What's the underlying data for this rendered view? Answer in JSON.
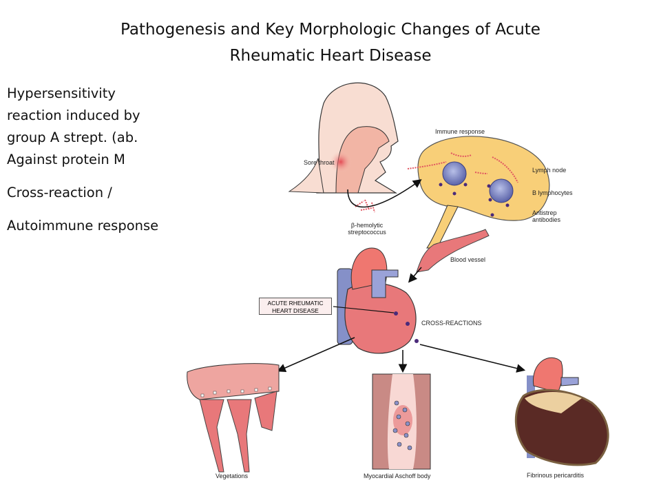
{
  "title": {
    "line1": "Pathogenesis and Key Morphologic Changes of Acute",
    "line2": "Rheumatic Heart Disease"
  },
  "bullets": [
    "Hypersensitivity reaction induced by group A strept. (ab. Against protein M",
    "Cross-reaction /",
    "Autoimmune response"
  ],
  "figure": {
    "sore_throat": "Sore throat",
    "immune_response": "Immune response",
    "lymph_node": "Lymph node",
    "b_lymphocytes": "B lymphocytes",
    "antistrep": "Antistrep antibodies",
    "strep": "β-hemolytic streptococcus",
    "blood_vessel": "Blood vessel",
    "box_line1": "ACUTE RHEUMATIC",
    "box_line2": "HEART DISEASE",
    "cross_reactions": "CROSS-REACTIONS",
    "vegetations": "Vegetations",
    "aschoff": "Myocardial Aschoff body",
    "pericarditis": "Fibrinous pericarditis"
  }
}
